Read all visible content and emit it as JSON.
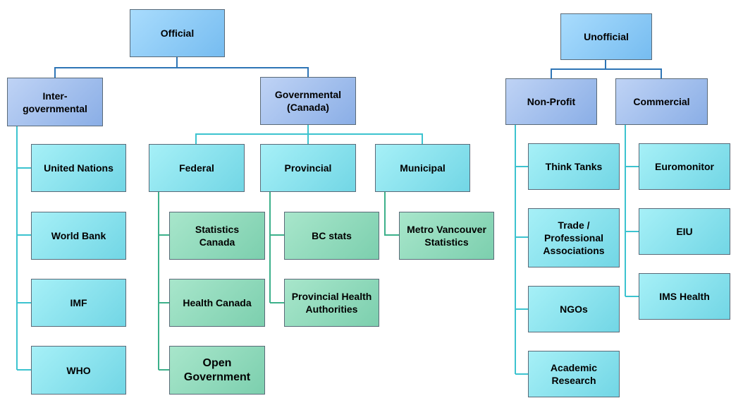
{
  "diagram": {
    "official": {
      "root": "Official",
      "intergovernmental": {
        "label": "Inter-\ngovernmental",
        "children": [
          "United Nations",
          "World Bank",
          "IMF",
          "WHO"
        ]
      },
      "governmental": {
        "label": "Governmental\n(Canada)",
        "federal": {
          "label": "Federal",
          "children": [
            "Statistics\nCanada",
            "Health Canada",
            "Open\nGovernment"
          ]
        },
        "provincial": {
          "label": "Provincial",
          "children": [
            "BC stats",
            "Provincial Health\nAuthorities"
          ]
        },
        "municipal": {
          "label": "Municipal",
          "children": [
            "Metro Vancouver\nStatistics"
          ]
        }
      }
    },
    "unofficial": {
      "root": "Unofficial",
      "nonprofit": {
        "label": "Non-Profit",
        "children": [
          "Think Tanks",
          "Trade /\nProfessional\nAssociations",
          "NGOs",
          "Academic\nResearch"
        ]
      },
      "commercial": {
        "label": "Commercial",
        "children": [
          "Euromonitor",
          "EIU",
          "IMS Health"
        ]
      }
    }
  },
  "colors": {
    "connector_top": "#2e75b6",
    "connector_child": "#3cc3cf",
    "connector_green": "#3cb08a"
  }
}
